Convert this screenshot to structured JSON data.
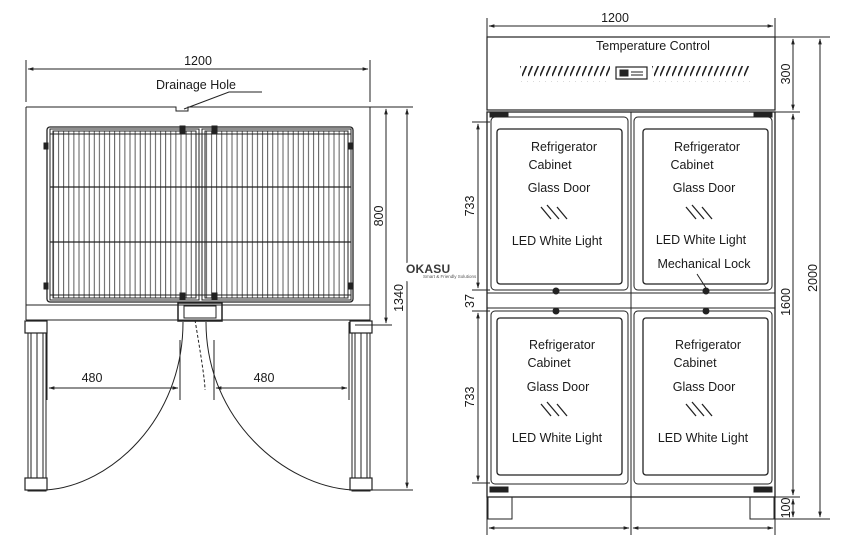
{
  "left_view": {
    "width_dim": "1200",
    "drainage_label": "Drainage Hole",
    "dim_800": "800",
    "dim_1340": "1340",
    "dim_480_left": "480",
    "dim_480_right": "480"
  },
  "right_view": {
    "width_dim": "1200",
    "temp_control_label": "Temperature Control",
    "dim_300": "300",
    "dim_733_top": "733",
    "dim_37": "37",
    "dim_733_bottom": "733",
    "dim_2000": "2000",
    "dim_1600": "1600",
    "dim_100": "100",
    "doors": [
      {
        "line1": "Refrigerator",
        "line2": "Cabinet",
        "line3": "Glass Door",
        "light": "LED White Light",
        "lock": ""
      },
      {
        "line1": "Refrigerator",
        "line2": "Cabinet",
        "line3": "Glass Door",
        "light": "LED White Light",
        "lock": "Mechanical Lock"
      },
      {
        "line1": "Refrigerator",
        "line2": "Cabinet",
        "line3": "Glass Door",
        "light": "LED White Light",
        "lock": ""
      },
      {
        "line1": "Refrigerator",
        "line2": "Cabinet",
        "line3": "Glass Door",
        "light": "LED White Light",
        "lock": ""
      }
    ]
  },
  "watermark": {
    "brand": "OKASU",
    "tagline": "Smart & Friendly Solutions"
  }
}
